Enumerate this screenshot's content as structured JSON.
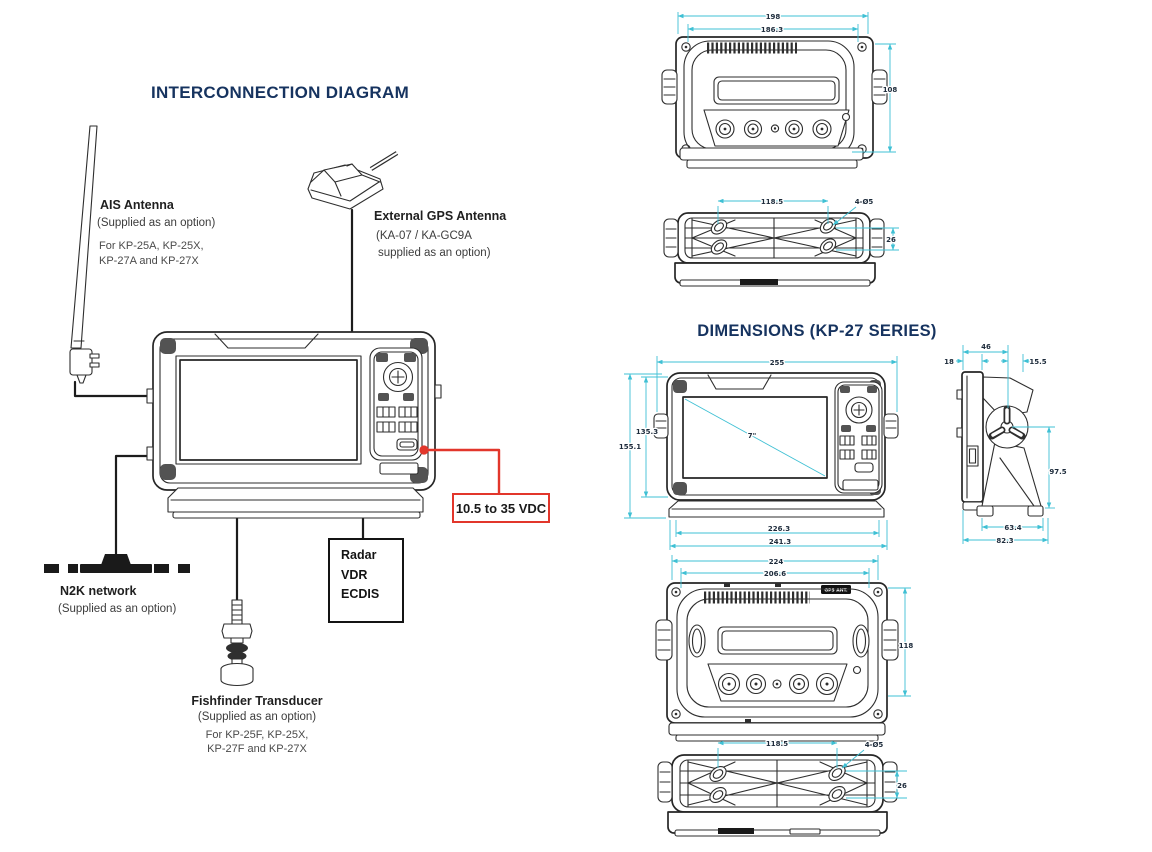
{
  "colors": {
    "navy": "#16335f",
    "cyan": "#3fc0d4",
    "red": "#e2362b",
    "ink": "#2e2e2e"
  },
  "interconnection": {
    "title": "INTERCONNECTION DIAGRAM",
    "ais": {
      "label": "AIS Antenna",
      "note1": "(Supplied as an option)",
      "note2": "For KP-25A, KP-25X,",
      "note3": "KP-27A and KP-27X"
    },
    "gps": {
      "label": "External GPS Antenna",
      "note1": "(KA-07 / KA-GC9A",
      "note2": "supplied as an option)"
    },
    "power_label": "10.5 to 35 VDC",
    "external_box": {
      "line1": "Radar",
      "line2": "VDR",
      "line3": "ECDIS"
    },
    "n2k": {
      "label": "N2K network",
      "note": "(Supplied as an option)"
    },
    "fishfinder": {
      "label": "Fishfinder Transducer",
      "note1": "(Supplied as an option)",
      "note2": "For KP-25F, KP-25X,",
      "note3": "KP-27F and KP-27X"
    }
  },
  "dimensions": {
    "title": "DIMENSIONS (KP-27 SERIES)",
    "rear_small": {
      "w_outer": "198",
      "w_inner": "186.3",
      "h": "108"
    },
    "bottom_small": {
      "spacing": "118.5",
      "holes": "4-Ø5",
      "v": "26"
    },
    "front": {
      "w": "255",
      "h_screen": "135.3",
      "h": "155.1",
      "diag": "7\"",
      "w_mid": "226.3",
      "w_base": "241.3"
    },
    "side": {
      "d_head": "18",
      "d_bracket": "46",
      "d_top": "15.5",
      "h": "97.5",
      "base_in": "63.4",
      "base_out": "82.3"
    },
    "rear_large": {
      "w_outer": "224",
      "w_inner": "206.6",
      "h": "118",
      "gps_ant": "GPS ANT."
    },
    "bottom_large": {
      "spacing": "118.5",
      "holes": "4-Ø5",
      "v": "26"
    }
  }
}
